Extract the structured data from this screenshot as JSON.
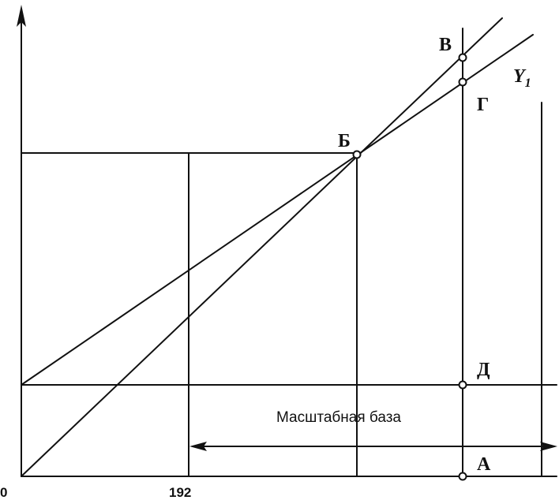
{
  "points": {
    "v": "В",
    "g": "Г",
    "b": "Б",
    "d": "Д",
    "a": "А"
  },
  "curve_label": "Y",
  "curve_label_sub": "1",
  "axis": {
    "origin": "0",
    "x_tick": "192"
  },
  "scale_base_label": "Масштабная база",
  "colors": {
    "ink": "#111111",
    "background": "#ffffff"
  }
}
